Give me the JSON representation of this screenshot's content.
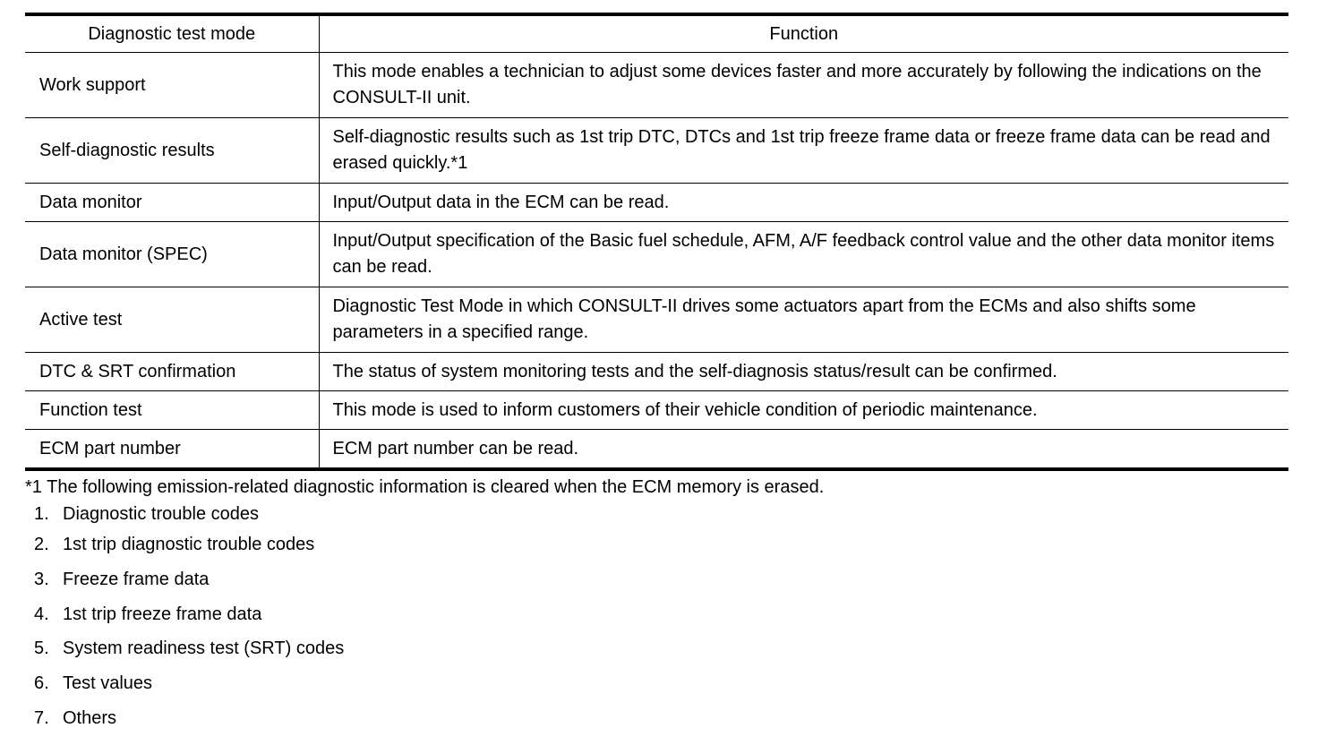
{
  "table": {
    "headers": {
      "mode": "Diagnostic test mode",
      "function": "Function"
    },
    "rows": [
      {
        "mode": "Work support",
        "function": "This mode enables a technician to adjust some devices faster and more accurately by following the indications on the CONSULT-II unit."
      },
      {
        "mode": "Self-diagnostic results",
        "function": "Self-diagnostic results such as 1st trip DTC, DTCs and 1st trip freeze frame data or freeze frame data can be read and erased quickly.*1"
      },
      {
        "mode": "Data monitor",
        "function": "Input/Output data in the ECM can be read."
      },
      {
        "mode": "Data monitor (SPEC)",
        "function": "Input/Output specification of the Basic fuel schedule, AFM, A/F feedback control value and the other data monitor items can be read."
      },
      {
        "mode": "Active test",
        "function": "Diagnostic Test Mode in which CONSULT-II drives some actuators apart from the ECMs and also shifts some parameters in a specified range."
      },
      {
        "mode": "DTC & SRT confirmation",
        "function": "The status of system monitoring tests and the self-diagnosis status/result can be confirmed."
      },
      {
        "mode": "Function test",
        "function": "This mode is used to inform customers of their vehicle condition of periodic maintenance."
      },
      {
        "mode": "ECM part number",
        "function": "ECM part number can be read."
      }
    ]
  },
  "footnote": {
    "text": "*1 The following emission-related diagnostic information is cleared when the ECM memory is erased.",
    "items": [
      {
        "num": "1.",
        "label": "Diagnostic trouble codes"
      },
      {
        "num": "2.",
        "label": "1st trip diagnostic trouble codes"
      },
      {
        "num": "3.",
        "label": "Freeze frame data"
      },
      {
        "num": "4.",
        "label": "1st trip freeze frame data"
      },
      {
        "num": "5.",
        "label": "System readiness test (SRT) codes"
      },
      {
        "num": "6.",
        "label": "Test values"
      },
      {
        "num": "7.",
        "label": "Others"
      }
    ]
  }
}
